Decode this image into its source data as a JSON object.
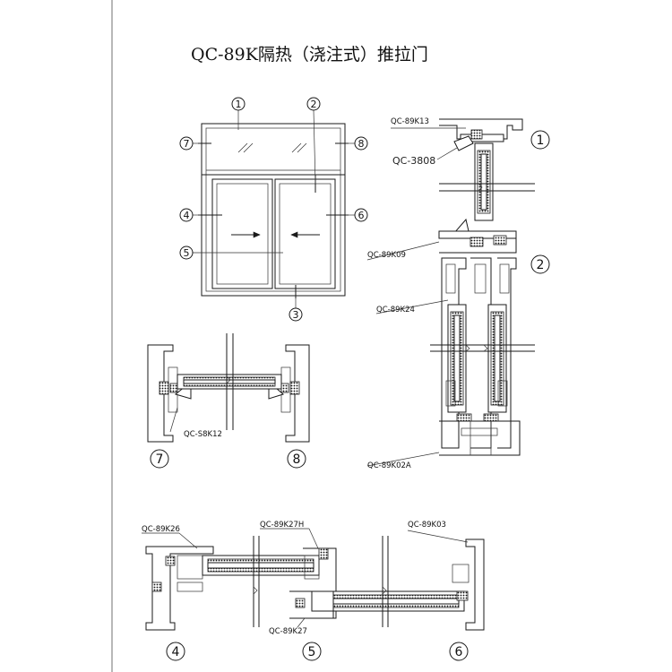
{
  "title": "QC-89K隔热（浇注式）推拉门",
  "elevation": {
    "markers": [
      "1",
      "2",
      "3",
      "4",
      "5",
      "6",
      "7",
      "8"
    ]
  },
  "labels": {
    "k13": "QC-89K13",
    "c3808": "QC-3808",
    "k09": "QC-89K09",
    "k24": "QC-89K24",
    "k02a": "QC-89K02A",
    "s8k12": "QC-S8K12",
    "k26": "QC-89K26",
    "k27h": "QC-89K27H",
    "k27": "QC-89K27",
    "k03": "QC-89K03"
  },
  "section_numbers": {
    "s1": "1",
    "s2": "2",
    "s4": "4",
    "s5": "5",
    "s6": "6",
    "s7": "7",
    "s8": "8"
  }
}
